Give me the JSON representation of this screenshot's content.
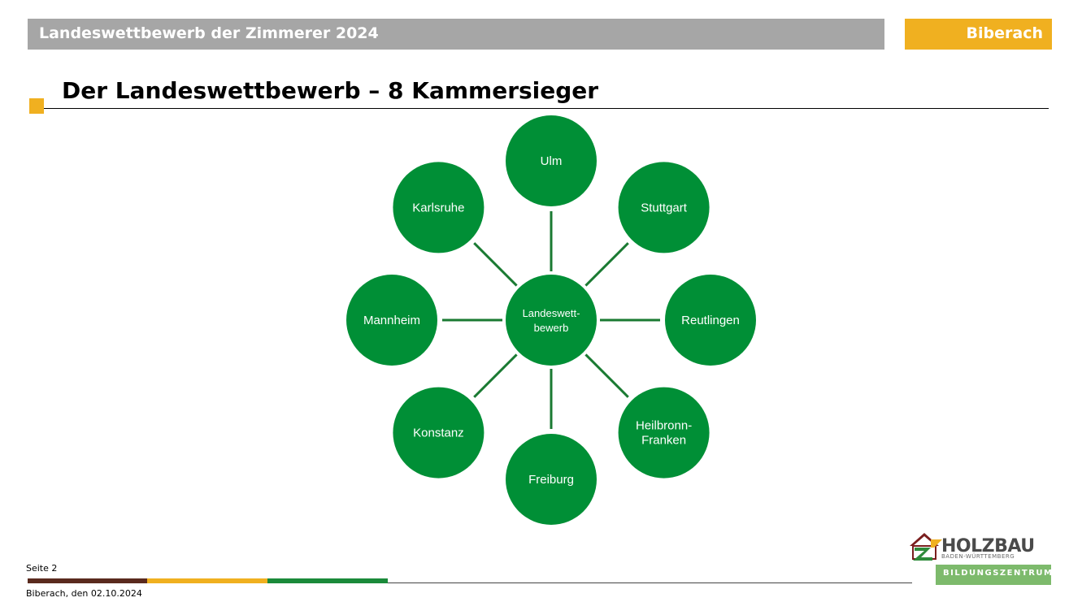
{
  "header": {
    "title": "Landeswettbewerb der Zimmerer 2024",
    "city": "Biberach"
  },
  "slide": {
    "title": "Der Landeswettbewerb – 8 Kammersieger"
  },
  "diagram": {
    "center": {
      "line1": "Landeswett-",
      "line2": "bewerb"
    },
    "nodes": [
      {
        "line1": "Ulm",
        "line2": ""
      },
      {
        "line1": "Stuttgart",
        "line2": ""
      },
      {
        "line1": "Reutlingen",
        "line2": ""
      },
      {
        "line1": "Heilbronn-",
        "line2": "Franken"
      },
      {
        "line1": "Freiburg",
        "line2": ""
      },
      {
        "line1": "Konstanz",
        "line2": ""
      },
      {
        "line1": "Mannheim",
        "line2": ""
      },
      {
        "line1": "Karlsruhe",
        "line2": ""
      }
    ],
    "colors": {
      "node": "#008f36",
      "connector": "#1a7a32"
    }
  },
  "footer": {
    "page": "Seite 2",
    "date": "Biberach, den 02.10.2024",
    "stripe_colors": [
      "#5a2a1e",
      "#f0b020",
      "#1a8a3a"
    ]
  },
  "logo": {
    "name": "HOLZBAU",
    "subtitle": "BADEN-WÜRTTEMBERG",
    "bar": "BILDUNGSZENTRUM",
    "icon": "house-z-logo-icon"
  }
}
